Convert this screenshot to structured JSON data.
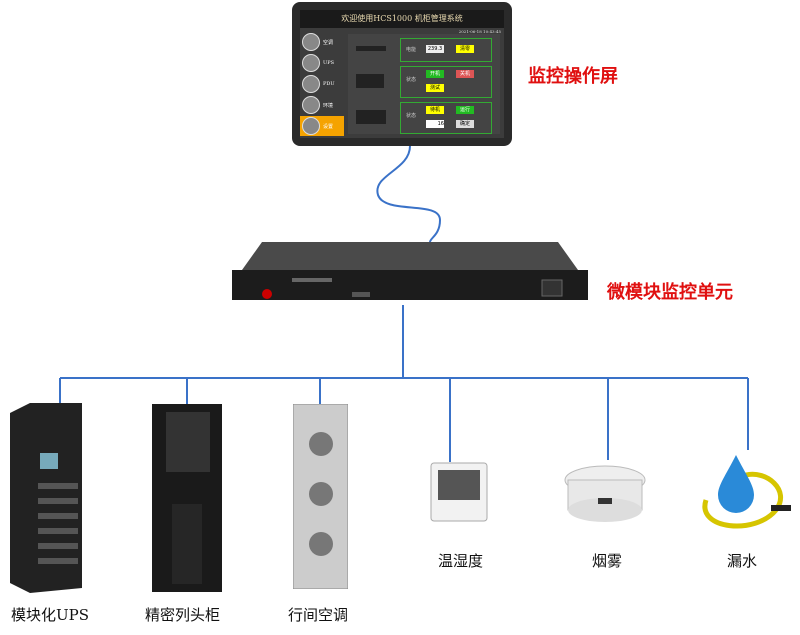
{
  "screen": {
    "title": "欢迎使用HCS1000 机柜管理系统",
    "datetime": "2021-06-18 10:43:45",
    "menu": [
      "空调",
      "UPS",
      "PDU",
      "环境",
      "设置"
    ],
    "energy_label": "电能",
    "energy_value": "239.3",
    "clear": "清零",
    "status": "状态",
    "on": "开机",
    "off": "关机",
    "test": "测试",
    "standby": "待机",
    "run": "运行",
    "setpoint": "16",
    "confirm": "确定"
  },
  "labels": {
    "screen": "监控操作屏",
    "unit": "微模块监控单元",
    "ups": "模块化UPS",
    "cabinet": "精密列头柜",
    "ac": "行间空调",
    "th": "温湿度",
    "smoke": "烟雾",
    "water": "漏水"
  },
  "colors": {
    "label_red": "#e01010",
    "line_blue": "#3a72c8",
    "menu_active": "#f5a300"
  }
}
